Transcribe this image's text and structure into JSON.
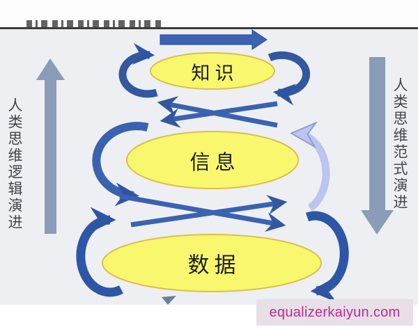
{
  "diagram": {
    "title_note": "top strip shows an illegible clipped line of text",
    "background": "#edeff2",
    "nodes": [
      {
        "id": "knowledge",
        "label": "知识"
      },
      {
        "id": "information",
        "label": "信息"
      },
      {
        "id": "data",
        "label": "数据"
      }
    ],
    "left_axis": {
      "label": "人类思维逻辑演进",
      "direction": "up"
    },
    "right_axis": {
      "label": "人类思维范式演进",
      "direction": "down"
    },
    "colors": {
      "ellipse_fill": "#f9f76e",
      "ellipse_border": "#ddbe4e",
      "arrow_dark_blue": "#3a62b0",
      "arrow_head_blue": "#2f54a4",
      "arrow_light_blue": "#bcc5ee",
      "axis_arrow_gray_blue": "#8a9cb8",
      "divider": "#3c3c3c"
    }
  },
  "watermark": {
    "text": "equalizerkaiyun.com",
    "text_color": "#b52d92",
    "bg_color": "#e9dfe7"
  }
}
